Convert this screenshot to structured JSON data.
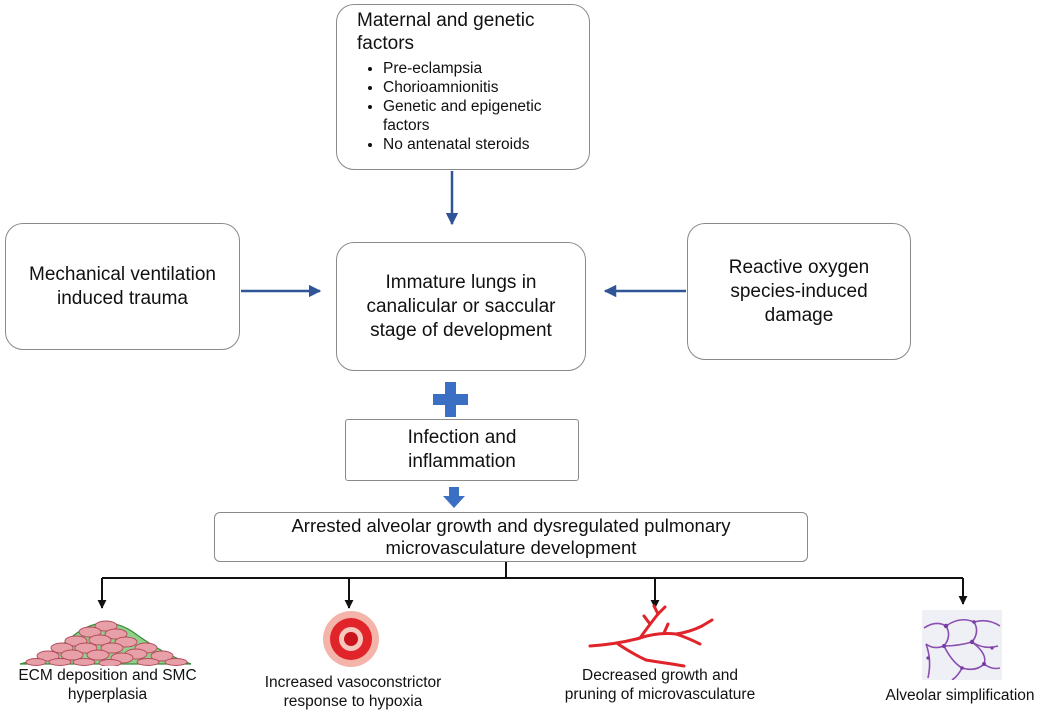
{
  "maternal": {
    "title": "Maternal and genetic factors",
    "items": [
      "Pre-eclampsia",
      "Chorioamnionitis",
      "Genetic and epigenetic factors",
      "No antenatal steroids"
    ]
  },
  "mechanical": "Mechanical ventilation induced trauma",
  "immature": "Immature lungs in canalicular or saccular stage of development",
  "ros": "Reactive oxygen species-induced damage",
  "infection": "Infection and inflammation",
  "arrested": "Arrested alveolar growth and dysregulated pulmonary microvasculature development",
  "outcomes": [
    "ECM deposition and SMC hyperplasia",
    "Increased vasoconstrictor response to hypoxia",
    "Decreased growth and pruning of microvasculature",
    "Alveolar simplification"
  ],
  "colors": {
    "arrow_blue": "#2f5597",
    "plus_blue": "#3a6fc4",
    "box_border": "#8a8a8a",
    "vessel_red": "#e0242a",
    "cell_pink": "#e8a0a8",
    "cell_green": "#7cc47a",
    "alveoli_purple": "#8a4fb0"
  }
}
